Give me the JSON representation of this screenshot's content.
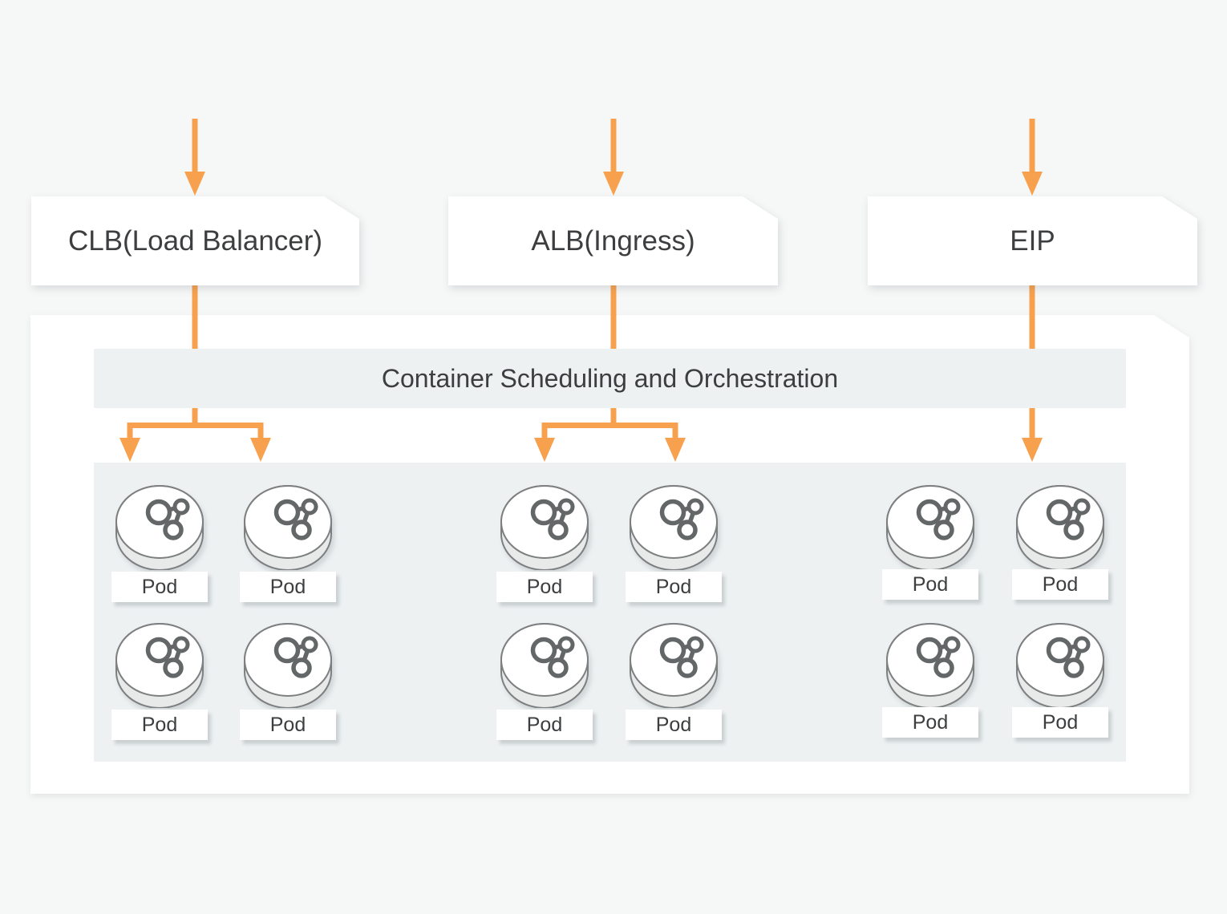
{
  "diagram": {
    "top_boxes": [
      {
        "label": "CLB(Load Balancer)"
      },
      {
        "label": "ALB(Ingress)"
      },
      {
        "label": "EIP"
      }
    ],
    "cluster": {
      "header_label": "Container Scheduling and Orchestration"
    },
    "pod": {
      "label": "Pod"
    },
    "colors": {
      "arrow_orange": "#F7A14E",
      "band_gray": "#EDF1F2",
      "box_white": "#FFFFFF",
      "text_dark": "#3C3E40",
      "page_background": "#F6F7F7"
    }
  }
}
